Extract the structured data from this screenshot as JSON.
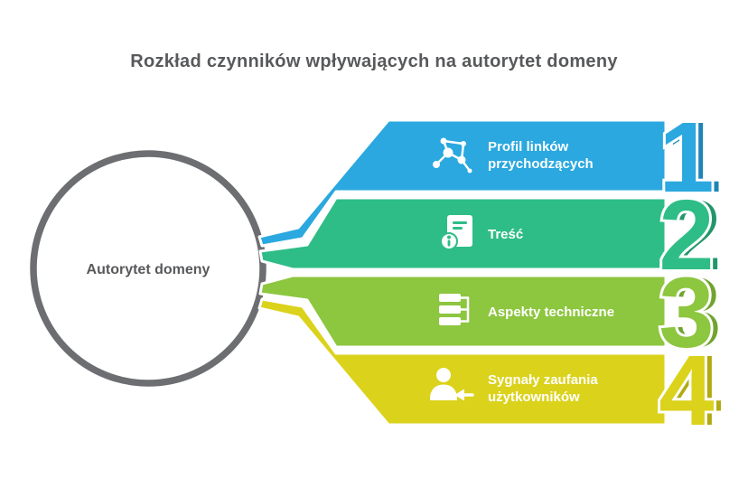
{
  "title": "Rozkład czynników wpływających na autorytet domeny",
  "center": {
    "label": "Autorytet domeny"
  },
  "colors": {
    "title": "#58595B",
    "circle_ring": "#6D6E71",
    "center_text": "#58595B",
    "banner_text": "#FFFFFF",
    "icon": "#FFFFFF"
  },
  "items": [
    {
      "number": "1",
      "line1": "Profil linków",
      "line2": "przychodzących",
      "color": "#2AA8DF",
      "shade": "#1F85B3",
      "icon": "network-icon"
    },
    {
      "number": "2",
      "line1": "Treść",
      "line2": "",
      "color": "#2EBD86",
      "shade": "#22966A",
      "icon": "document-info-icon"
    },
    {
      "number": "3",
      "line1": "Aspekty techniczne",
      "line2": "",
      "color": "#8DC63F",
      "shade": "#71A32F",
      "icon": "list-icon"
    },
    {
      "number": "4",
      "line1": "Sygnały zaufania",
      "line2": "użytkowników",
      "color": "#DBD21B",
      "shade": "#B2AA10",
      "icon": "user-arrow-icon"
    }
  ]
}
